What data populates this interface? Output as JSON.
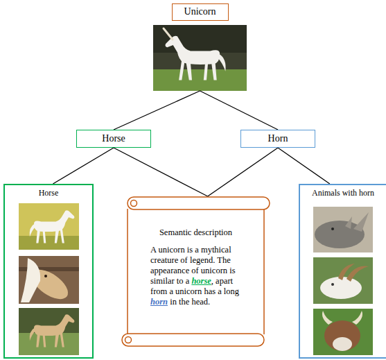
{
  "diagram": {
    "nodes": [
      {
        "text": [
          "Unicorn"
        ]
      },
      {
        "text": [
          "Horse"
        ]
      },
      {
        "text": [
          "Horn"
        ]
      },
      {
        "text": [
          "Horse"
        ]
      },
      {
        "text": [
          "Semantic description",
          "A unicorn is a mythical creature of legend. The appearance of unicorn is similar to a horse, apart from a unicorn has a long horn in the head."
        ]
      },
      {
        "text": [
          "Animals with horn"
        ]
      }
    ],
    "edges": [
      {
        "from": 0,
        "to": 1,
        "arrow": "none"
      },
      {
        "from": 0,
        "to": 2,
        "arrow": "none"
      },
      {
        "from": 1,
        "to": 3,
        "arrow": "none"
      },
      {
        "from": 1,
        "to": 4,
        "arrow": "none"
      },
      {
        "from": 2,
        "to": 4,
        "arrow": "none"
      },
      {
        "from": 2,
        "to": 5,
        "arrow": "none"
      }
    ]
  }
}
